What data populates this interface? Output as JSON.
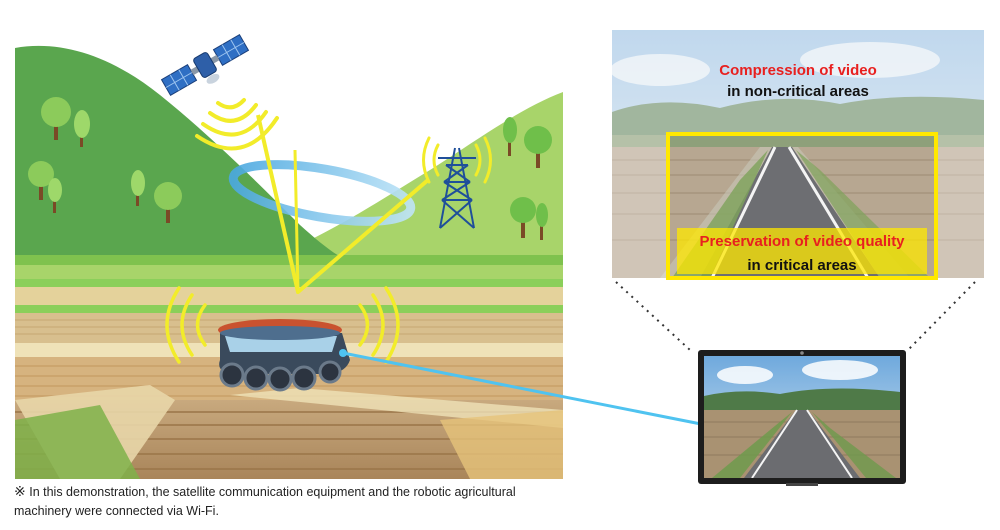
{
  "labels": {
    "compression_line1": "Compression of video",
    "compression_line2": "in non-critical areas",
    "preservation_line1": "Preservation of video quality",
    "preservation_line2": "in critical areas"
  },
  "footnote": {
    "mark": "※",
    "text": "In this demonstration, the satellite communication equipment and the robotic agricultural machinery were connected via Wi-Fi."
  },
  "icons": [
    "satellite-icon",
    "transmission-tower-icon",
    "robot-tractor-icon",
    "monitor-icon"
  ],
  "colors": {
    "highlight_frame": "#ffe800",
    "red_text": "#e8201f",
    "signal_wave": "#f2ec2a",
    "link_line": "#4fc3f0",
    "hill_dark": "#5aa64e",
    "hill_light": "#a8d46a"
  }
}
